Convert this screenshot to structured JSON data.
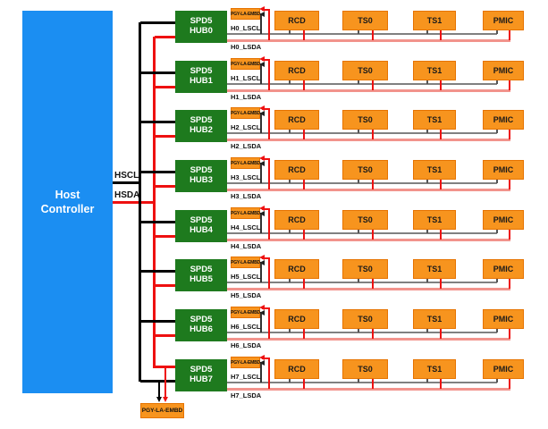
{
  "colors": {
    "host_blue": "#1b8ef2",
    "hub_green": "#1e7a1e",
    "device_orange": "#f7941e",
    "device_border": "#e67300",
    "wire_red": "#ee1010",
    "bus_gray": "#808080",
    "bus_salmon": "#f2938c"
  },
  "host": {
    "line1": "Host",
    "line2": "Controller"
  },
  "host_bus": {
    "scl_label": "HSCL",
    "sda_label": "HSDA"
  },
  "rows": [
    {
      "hub_line1": "SPD5",
      "hub_line2": "HUB0",
      "probe": "PGY-LA-EMBD",
      "lscl": "H0_LSCL",
      "lsda": "H0_LSDA",
      "devices": [
        "RCD",
        "TS0",
        "TS1",
        "PMIC"
      ]
    },
    {
      "hub_line1": "SPD5",
      "hub_line2": "HUB1",
      "probe": "PGY-LA-EMBD",
      "lscl": "H1_LSCL",
      "lsda": "H1_LSDA",
      "devices": [
        "RCD",
        "TS0",
        "TS1",
        "PMIC"
      ]
    },
    {
      "hub_line1": "SPD5",
      "hub_line2": "HUB2",
      "probe": "PGY-LA-EMBD",
      "lscl": "H2_LSCL",
      "lsda": "H2_LSDA",
      "devices": [
        "RCD",
        "TS0",
        "TS1",
        "PMIC"
      ]
    },
    {
      "hub_line1": "SPD5",
      "hub_line2": "HUB3",
      "probe": "PGY-LA-EMBD",
      "lscl": "H3_LSCL",
      "lsda": "H3_LSDA",
      "devices": [
        "RCD",
        "TS0",
        "TS1",
        "PMIC"
      ]
    },
    {
      "hub_line1": "SPD5",
      "hub_line2": "HUB4",
      "probe": "PGY-LA-EMBD",
      "lscl": "H4_LSCL",
      "lsda": "H4_LSDA",
      "devices": [
        "RCD",
        "TS0",
        "TS1",
        "PMIC"
      ]
    },
    {
      "hub_line1": "SPD5",
      "hub_line2": "HUB5",
      "probe": "PGY-LA-EMBD",
      "lscl": "H5_LSCL",
      "lsda": "H5_LSDA",
      "devices": [
        "RCD",
        "TS0",
        "TS1",
        "PMIC"
      ]
    },
    {
      "hub_line1": "SPD5",
      "hub_line2": "HUB6",
      "probe": "PGY-LA-EMBD",
      "lscl": "H6_LSCL",
      "lsda": "H6_LSDA",
      "devices": [
        "RCD",
        "TS0",
        "TS1",
        "PMIC"
      ]
    },
    {
      "hub_line1": "SPD5",
      "hub_line2": "HUB7",
      "probe": "PGY-LA-EMBD",
      "lscl": "H7_LSCL",
      "lsda": "H7_LSDA",
      "devices": [
        "RCD",
        "TS0",
        "TS1",
        "PMIC"
      ]
    }
  ],
  "bottom_probe": {
    "label": "PGY-LA-EMBD"
  }
}
